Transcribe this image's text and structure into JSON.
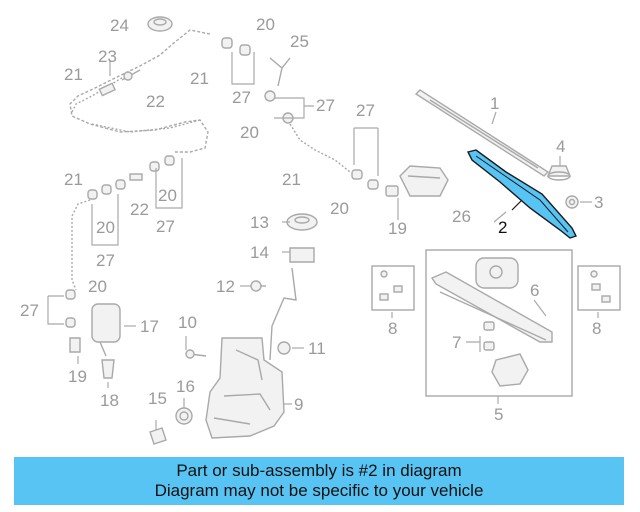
{
  "highlight": {
    "color": "#58c4f3",
    "part_label": "2",
    "line_color": "#1a1a1a"
  },
  "caption": {
    "line1": "Part or sub-assembly is #2 in diagram",
    "line2": "Diagram may not be specific to your vehicle"
  },
  "callouts": {
    "c24": "24",
    "c20a": "20",
    "c25": "25",
    "c23": "23",
    "c21a": "21",
    "c22a": "22",
    "c21b": "21",
    "c27a": "27",
    "c27b": "27",
    "c20b": "20",
    "c1": "1",
    "c27c": "27",
    "c4": "4",
    "c21c": "21",
    "c3": "3",
    "c21d": "21",
    "c20c": "20",
    "c20d": "20",
    "c22b": "22",
    "c27d": "27",
    "c20e": "20",
    "c2": "2",
    "c26": "26",
    "c19a": "19",
    "c27e": "27",
    "c13": "13",
    "c14": "14",
    "c12": "12",
    "c20f": "20",
    "c27f": "27",
    "c6": "6",
    "c8a": "8",
    "c8b": "8",
    "c17": "17",
    "c10": "10",
    "c7": "7",
    "c11": "11",
    "c19b": "19",
    "c16": "16",
    "c9": "9",
    "c18": "18",
    "c15": "15",
    "c5": "5"
  }
}
